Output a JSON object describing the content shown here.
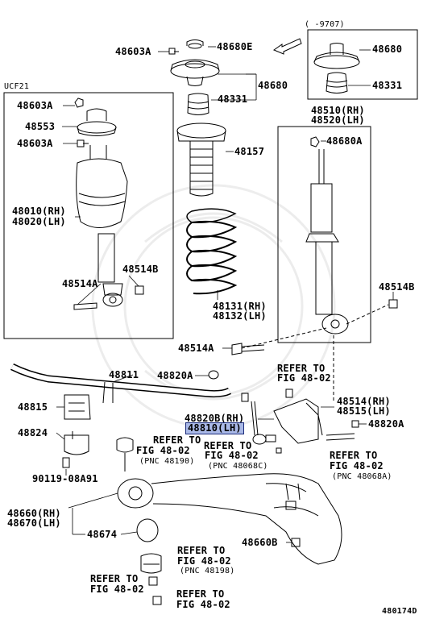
{
  "diagram_id": "480174D",
  "boxes": {
    "left_variant": "UCF21",
    "right_variant": "(    -9707)"
  },
  "labels": {
    "p48603A_top": "48603A",
    "p48680E": "48680E",
    "p48680": "48680",
    "p48331": "48331",
    "p48680_box": "48680",
    "p48331_box": "48331",
    "p48603A_a": "48603A",
    "p48553": "48553",
    "p48603A_b": "48603A",
    "p48010": "48010(RH)",
    "p48020": "48020(LH)",
    "p48514B_left": "48514B",
    "p48514A_left": "48514A",
    "p48157": "48157",
    "p48510": "48510(RH)",
    "p48520": "48520(LH)",
    "p48680A": "48680A",
    "p48514B_right": "48514B",
    "p48131": "48131(RH)",
    "p48132": "48132(LH)",
    "p48514A": "48514A",
    "p48811": "48811",
    "p48820A_top": "48820A",
    "p48815": "48815",
    "p48824": "48824",
    "p90119": "90119-08A91",
    "p48820B": "48820B(RH)",
    "p48810": "48810(LH)",
    "p48514": "48514(RH)",
    "p48515": "48515(LH)",
    "p48820A_right": "48820A",
    "p48660": "48660(RH)",
    "p48670": "48670(LH)",
    "p48674": "48674",
    "p48660B": "48660B"
  },
  "refs": {
    "r1_a": "REFER TO",
    "r1_b": "FIG 48-02",
    "r2_a": "REFER TO",
    "r2_b": "FIG 48-02",
    "r2_c": "(PNC 48190)",
    "r3_a": "REFER TO",
    "r3_b": "FIG 48-02",
    "r3_c": "(PNC 48068C)",
    "r4_a": "REFER TO",
    "r4_b": "FIG 48-02",
    "r4_c": "(PNC 48068A)",
    "r5_a": "REFER TO",
    "r5_b": "FIG 48-02",
    "r5_c": "(PNC 48198)",
    "r6_a": "REFER TO",
    "r6_b": "FIG 48-02",
    "r7_a": "REFER TO",
    "r7_b": "FIG 48-02"
  },
  "highlight_color": "#a9b8e6"
}
